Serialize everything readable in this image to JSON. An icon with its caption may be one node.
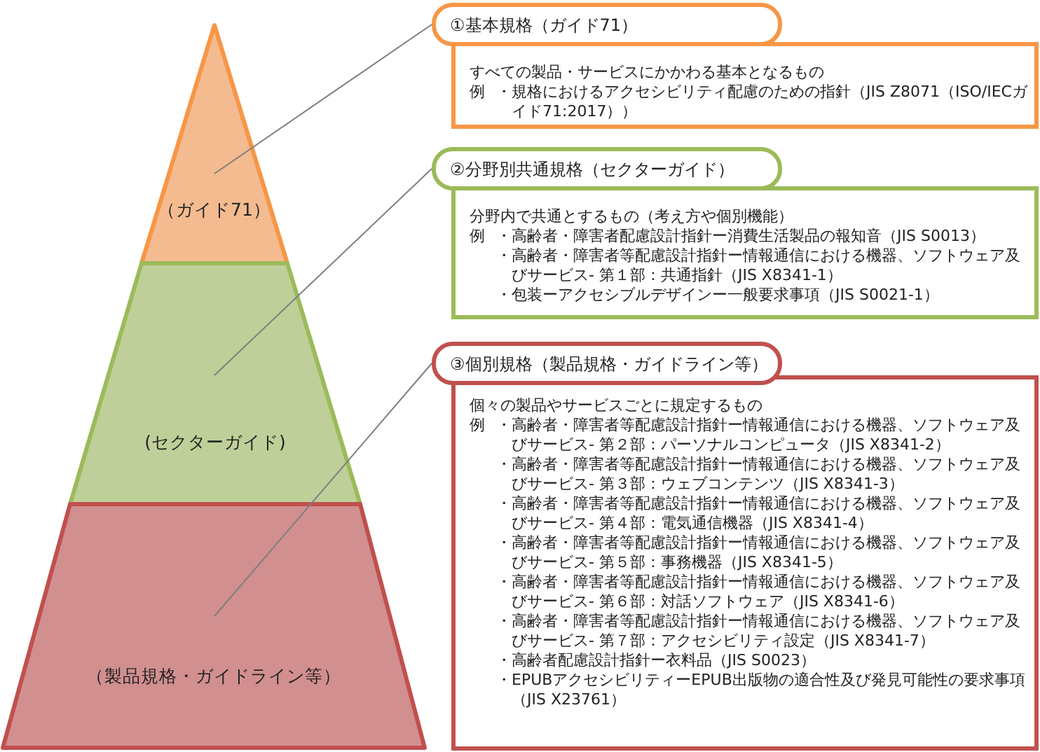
{
  "diagram": {
    "nodes": [
      {
        "text": [
          "（ガイド71）"
        ]
      },
      {
        "text": [
          "(セクターガイド)"
        ]
      },
      {
        "text": [
          "（製品規格・ガイドライン等）"
        ]
      },
      {
        "text": [
          "①基本規格（ガイド71）"
        ]
      },
      {
        "text": [
          "すべての製品・サービスにかかわる基本となるもの",
          "例",
          "・規格におけるアクセシビリティ配慮のための指針（JIS Z8071（ISO/IECガイド71:2017））"
        ]
      },
      {
        "text": [
          "②分野別共通規格（セクターガイド）"
        ]
      },
      {
        "text": [
          "分野内で共通とするもの（考え方や個別機能）",
          "例",
          "・高齢者・障害者配慮設計指針ー消費生活製品の報知音（JIS S0013）",
          "・高齢者・障害者等配慮設計指針ー情報通信における機器、ソフトウェア及びサービス- 第１部：共通指針（JIS X8341-1）",
          "・包装ーアクセシブルデザインー一般要求事項（JIS S0021-1）"
        ]
      },
      {
        "text": [
          "③個別規格（製品規格・ガイドライン等）"
        ]
      },
      {
        "text": [
          "個々の製品やサービスごとに規定するもの",
          "例",
          "・高齢者・障害者等配慮設計指針ー情報通信における機器、ソフトウェア及びサービス- 第２部：パーソナルコンピュータ（JIS X8341-2）",
          "・高齢者・障害者等配慮設計指針ー情報通信における機器、ソフトウェア及びサービス- 第３部：ウェブコンテンツ（JIS X8341-3）",
          "・高齢者・障害者等配慮設計指針ー情報通信における機器、ソフトウェア及びサービス- 第４部：電気通信機器（JIS X8341-4）",
          "・高齢者・障害者等配慮設計指針ー情報通信における機器、ソフトウェア及びサービス- 第５部：事務機器（JIS X8341-5）",
          "・高齢者・障害者等配慮設計指針ー情報通信における機器、ソフトウェア及びサービス- 第６部：対話ソフトウェア（JIS X8341-6）",
          "・高齢者・障害者等配慮設計指針ー情報通信における機器、ソフトウェア及びサービス- 第７部：アクセシビリティ設定（JIS X8341-7）",
          "・高齢者配慮設計指針ー衣料品（JIS S0023）",
          "・EPUBアクセシビリティーEPUB出版物の適合性及び発見可能性の要求事項（JIS X23761）"
        ]
      }
    ],
    "edges": [
      {
        "from": 3,
        "to": 0,
        "arrow": "none"
      },
      {
        "from": 5,
        "to": 1,
        "arrow": "none"
      },
      {
        "from": 7,
        "to": 2,
        "arrow": "none"
      }
    ]
  }
}
